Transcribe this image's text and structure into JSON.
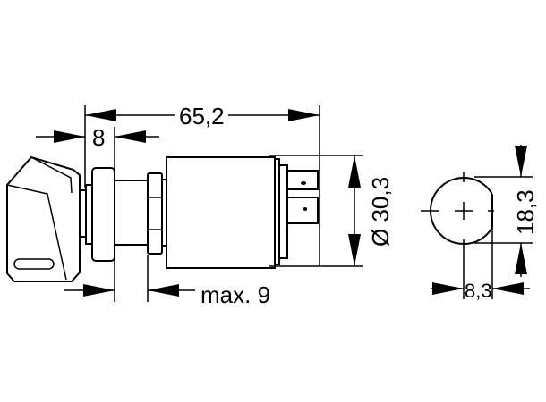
{
  "dimensions": {
    "overall_length": "65,2",
    "knob_offset": "8",
    "panel_thickness": "max. 9",
    "diameter": "Ø 30,3",
    "cutout_height": "18,3",
    "cutout_flat_offset": "8,3"
  }
}
